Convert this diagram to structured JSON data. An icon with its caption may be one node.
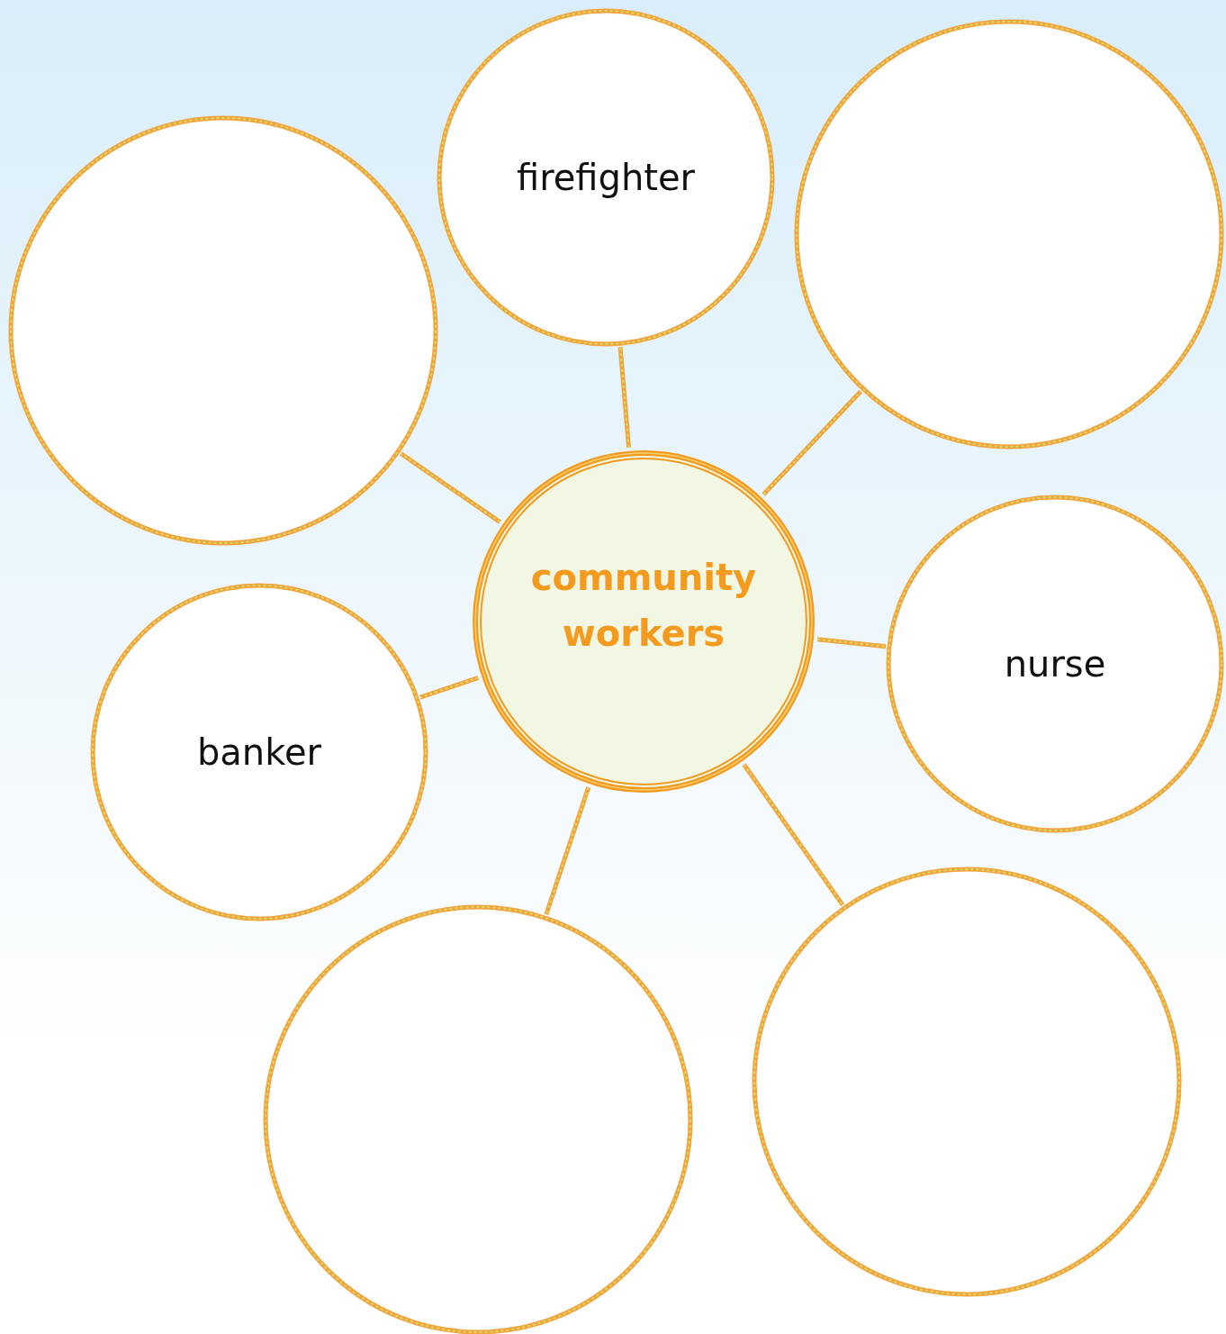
{
  "diagram": {
    "nodes": [
      {
        "text": [
          "firefighter"
        ]
      },
      {
        "text": [],
        "shape": "circle"
      },
      {
        "text": [],
        "shape": "circle"
      },
      {
        "text": [
          "community workers"
        ]
      },
      {
        "text": [
          "nurse"
        ]
      },
      {
        "text": [
          "banker"
        ]
      },
      {
        "text": [],
        "shape": "circle"
      },
      {
        "text": [],
        "shape": "circle"
      }
    ],
    "edges": [
      {
        "from": 3,
        "to": 0,
        "arrow": "none"
      },
      {
        "from": 3,
        "to": 1,
        "arrow": "none"
      },
      {
        "from": 3,
        "to": 2,
        "arrow": "none"
      },
      {
        "from": 3,
        "to": 4,
        "arrow": "none"
      },
      {
        "from": 3,
        "to": 5,
        "arrow": "none"
      },
      {
        "from": 3,
        "to": 6,
        "arrow": "none"
      },
      {
        "from": 3,
        "to": 7,
        "arrow": "none"
      }
    ]
  }
}
